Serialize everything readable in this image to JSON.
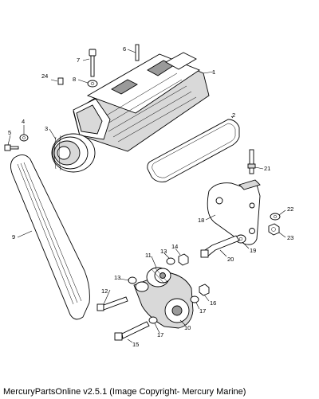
{
  "callouts": {
    "c1": "1",
    "c2": "2",
    "c3": "3",
    "c4": "4",
    "c5": "5",
    "c6": "6",
    "c7": "7",
    "c8": "8",
    "c9": "9",
    "c10": "10",
    "c11": "11",
    "c12": "12",
    "c13a": "13",
    "c13b": "13",
    "c14": "14",
    "c15": "15",
    "c16": "16",
    "c17a": "17",
    "c17b": "17",
    "c18": "18",
    "c19": "19",
    "c20": "20",
    "c21": "21",
    "c22": "22",
    "c23": "23",
    "c24": "24"
  },
  "footer": {
    "copyright": "MercuryPartsOnline v2.5.1 (Image Copyright- Mercury Marine)"
  }
}
